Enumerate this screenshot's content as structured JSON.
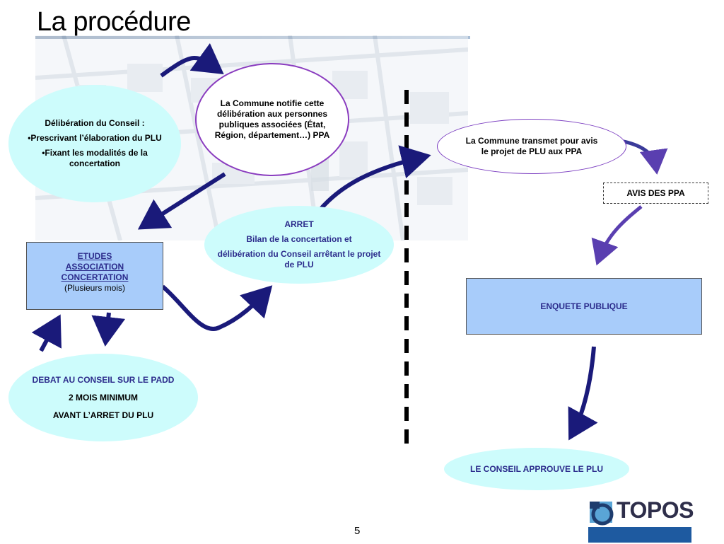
{
  "slide": {
    "title": "La procédure",
    "page_number": "5"
  },
  "deliberation": {
    "line1": "Délibération du Conseil :",
    "line2": "•Prescrivant l’élaboration du PLU",
    "line3": "•Fixant les modalités de la concertation"
  },
  "notification": {
    "text": "La Commune notifie cette délibération aux personnes publiques associées (État, Région, département…) PPA"
  },
  "transmission": {
    "text": "La Commune  transmet pour avis le projet de PLU aux PPA"
  },
  "avis": {
    "label": "AVIS DES PPA"
  },
  "etudes": {
    "line1": "ETUDES",
    "line2": "ASSOCIATION",
    "line3": "CONCERTATION",
    "line4": "(Plusieurs mois)"
  },
  "arret": {
    "line1": "ARRET",
    "line2": "Bilan de la concertation et",
    "line3": "délibération du Conseil arrêtant le projet de PLU"
  },
  "debat": {
    "line1": "DEBAT AU CONSEIL SUR LE PADD",
    "line2": "2 MOIS MINIMUM",
    "line3": "AVANT L’ARRET DU PLU"
  },
  "enquete": {
    "label": "ENQUETE PUBLIQUE"
  },
  "approbation": {
    "label": "LE CONSEIL APPROUVE LE PLU"
  },
  "logo": {
    "text": "TOPOS"
  },
  "colors": {
    "arrow": "#1a1a7a",
    "ellipse_fill": "#cdfcfc",
    "box_fill": "#a8ccfa",
    "text_navy": "#2c2c8c",
    "ellipse_border": "#8a3cbf",
    "logo_bar": "#1e5aa0"
  }
}
